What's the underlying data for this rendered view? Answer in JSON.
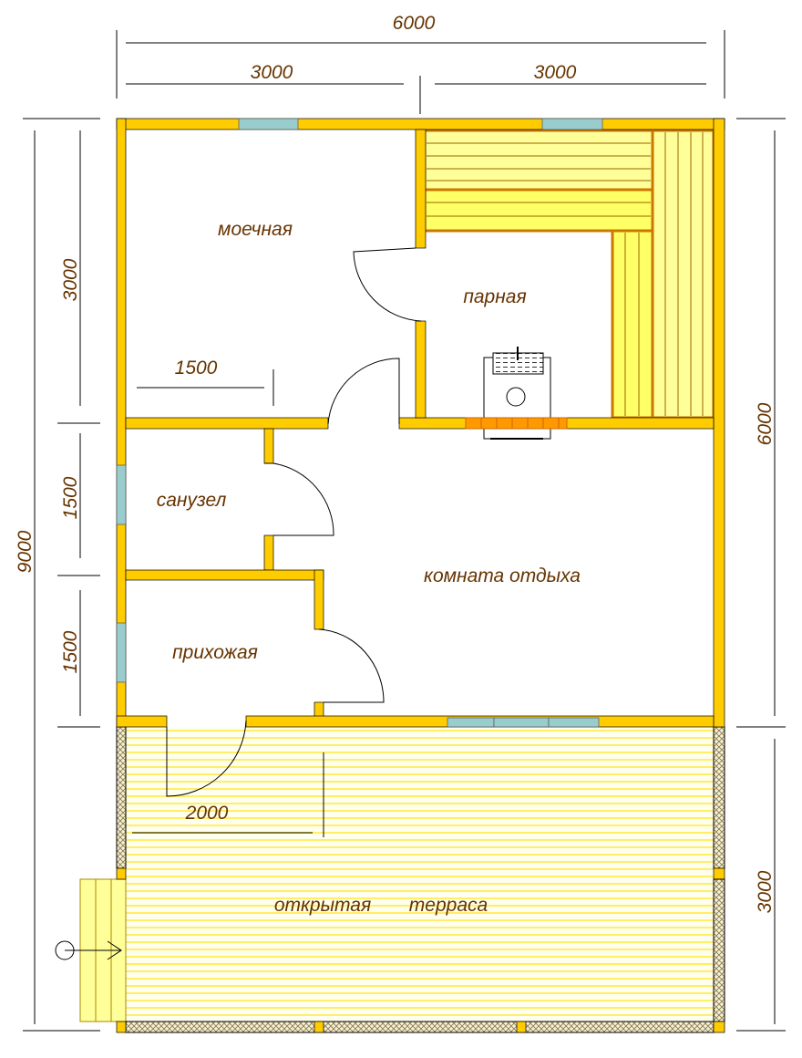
{
  "dimensions": {
    "top_total": "6000",
    "top_left": "3000",
    "top_right": "3000",
    "left_total": "9000",
    "left_1": "3000",
    "left_2": "1500",
    "left_3": "1500",
    "right_1": "6000",
    "right_2": "3000",
    "inner_washroom": "1500",
    "inner_terrace": "2000"
  },
  "rooms": {
    "washroom": "моечная",
    "steam_room": "парная",
    "bathroom": "санузел",
    "lounge": "комната отдыха",
    "hallway": "прихожая",
    "terrace_1": "открытая",
    "terrace_2": "терраса"
  },
  "colors": {
    "wall": "#ffcc00",
    "window": "#99cccc",
    "bench": "#ffff99",
    "label": "#663300",
    "stove_brick": "#ff9900"
  }
}
